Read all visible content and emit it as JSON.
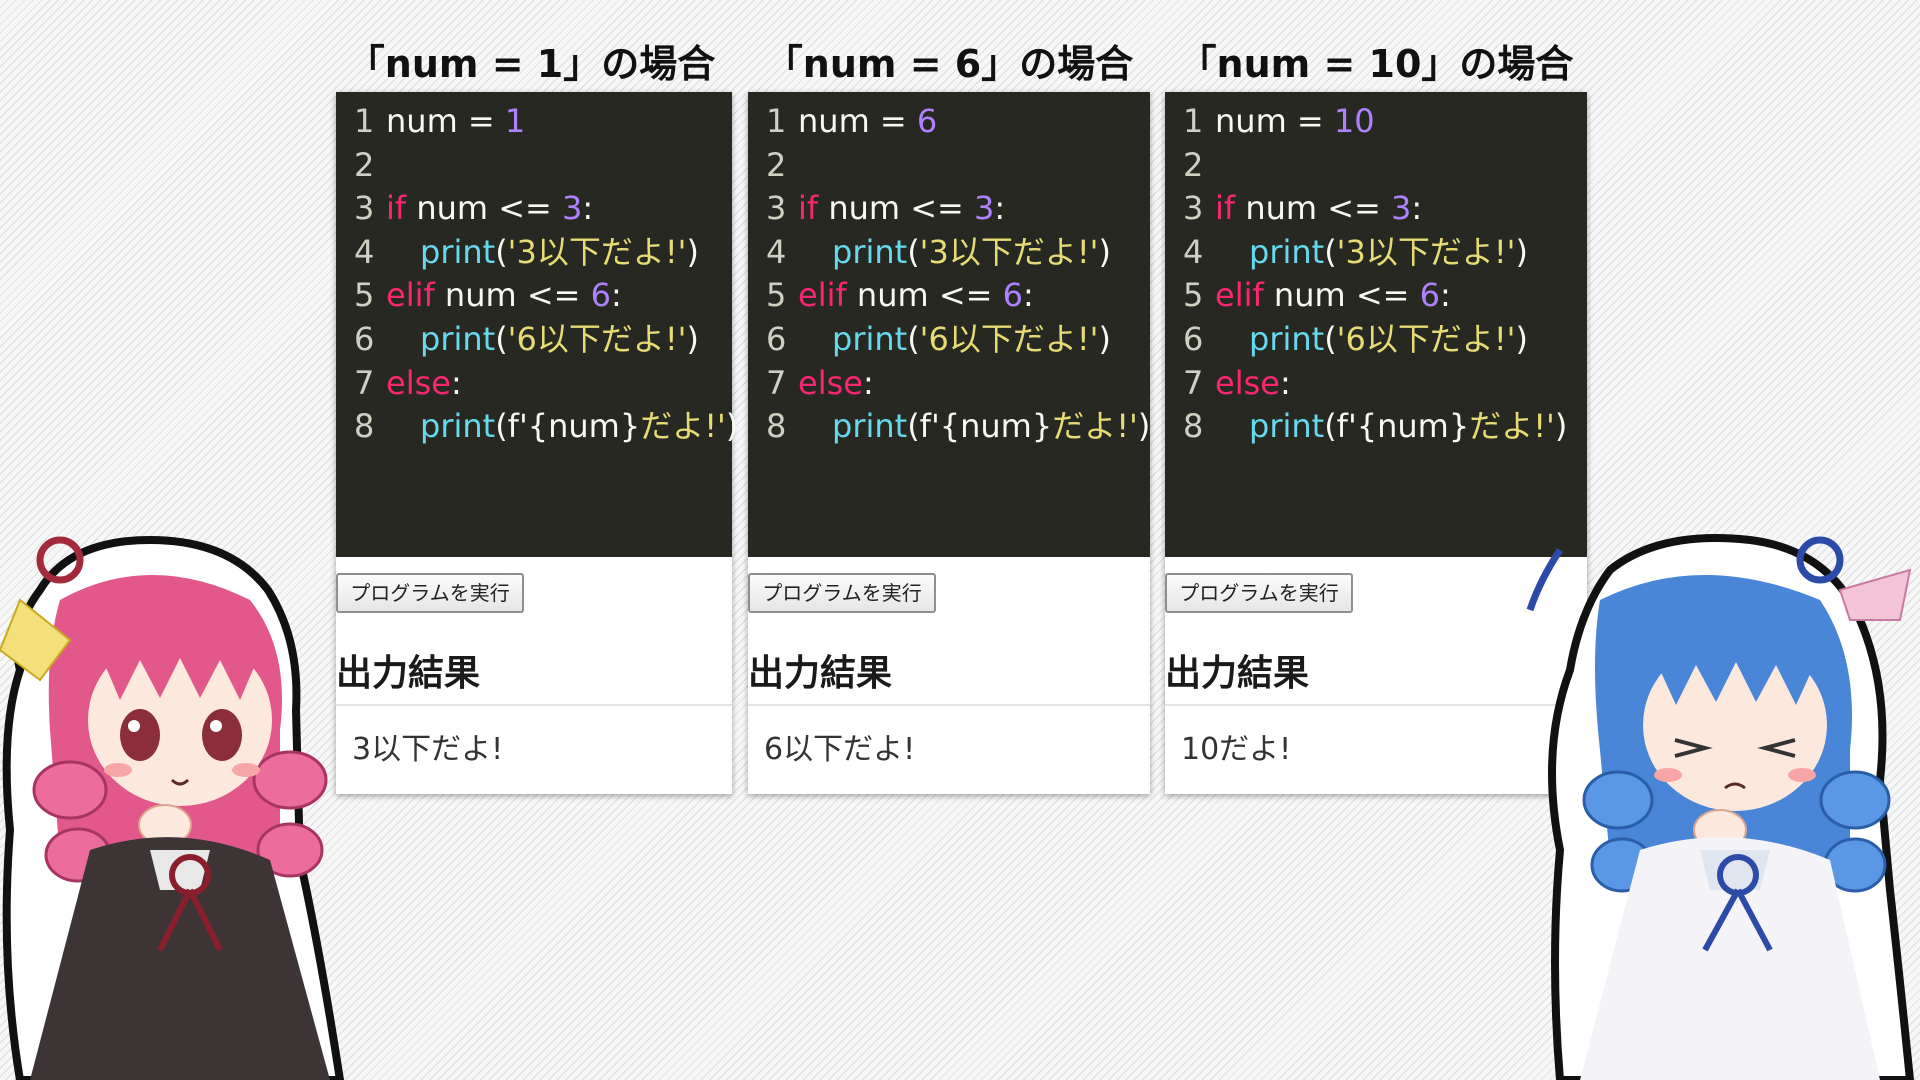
{
  "panels": [
    {
      "title": "「num = 1」の場合",
      "code_lines": [
        {
          "n": "1",
          "indent": false,
          "tokens": [
            {
              "t": "num = ",
              "c": "plain"
            },
            {
              "t": "1",
              "c": "num"
            }
          ]
        },
        {
          "n": "2",
          "indent": false,
          "tokens": []
        },
        {
          "n": "3",
          "indent": false,
          "tokens": [
            {
              "t": "if",
              "c": "kw"
            },
            {
              "t": " num <= ",
              "c": "plain"
            },
            {
              "t": "3",
              "c": "num"
            },
            {
              "t": ":",
              "c": "plain"
            }
          ]
        },
        {
          "n": "4",
          "indent": true,
          "tokens": [
            {
              "t": "print",
              "c": "fn"
            },
            {
              "t": "(",
              "c": "plain"
            },
            {
              "t": "'3以下だよ!'",
              "c": "str"
            },
            {
              "t": ")",
              "c": "plain"
            }
          ]
        },
        {
          "n": "5",
          "indent": false,
          "tokens": [
            {
              "t": "elif",
              "c": "kw"
            },
            {
              "t": " num <= ",
              "c": "plain"
            },
            {
              "t": "6",
              "c": "num"
            },
            {
              "t": ":",
              "c": "plain"
            }
          ]
        },
        {
          "n": "6",
          "indent": true,
          "tokens": [
            {
              "t": "print",
              "c": "fn"
            },
            {
              "t": "(",
              "c": "plain"
            },
            {
              "t": "'6以下だよ!'",
              "c": "str"
            },
            {
              "t": ")",
              "c": "plain"
            }
          ]
        },
        {
          "n": "7",
          "indent": false,
          "tokens": [
            {
              "t": "else",
              "c": "kw"
            },
            {
              "t": ":",
              "c": "plain"
            }
          ]
        },
        {
          "n": "8",
          "indent": true,
          "tokens": [
            {
              "t": "print",
              "c": "fn"
            },
            {
              "t": "(f'",
              "c": "plain"
            },
            {
              "t": "{num}",
              "c": "plain"
            },
            {
              "t": "だよ!'",
              "c": "str"
            },
            {
              "t": ")",
              "c": "plain"
            }
          ]
        }
      ],
      "run_button": "プログラムを実行",
      "output_heading": "出力結果",
      "output_text": "3以下だよ!"
    },
    {
      "title": "「num = 6」の場合",
      "code_lines": [
        {
          "n": "1",
          "indent": false,
          "tokens": [
            {
              "t": "num = ",
              "c": "plain"
            },
            {
              "t": "6",
              "c": "num"
            }
          ]
        },
        {
          "n": "2",
          "indent": false,
          "tokens": []
        },
        {
          "n": "3",
          "indent": false,
          "tokens": [
            {
              "t": "if",
              "c": "kw"
            },
            {
              "t": " num <= ",
              "c": "plain"
            },
            {
              "t": "3",
              "c": "num"
            },
            {
              "t": ":",
              "c": "plain"
            }
          ]
        },
        {
          "n": "4",
          "indent": true,
          "tokens": [
            {
              "t": "print",
              "c": "fn"
            },
            {
              "t": "(",
              "c": "plain"
            },
            {
              "t": "'3以下だよ!'",
              "c": "str"
            },
            {
              "t": ")",
              "c": "plain"
            }
          ]
        },
        {
          "n": "5",
          "indent": false,
          "tokens": [
            {
              "t": "elif",
              "c": "kw"
            },
            {
              "t": " num <= ",
              "c": "plain"
            },
            {
              "t": "6",
              "c": "num"
            },
            {
              "t": ":",
              "c": "plain"
            }
          ]
        },
        {
          "n": "6",
          "indent": true,
          "tokens": [
            {
              "t": "print",
              "c": "fn"
            },
            {
              "t": "(",
              "c": "plain"
            },
            {
              "t": "'6以下だよ!'",
              "c": "str"
            },
            {
              "t": ")",
              "c": "plain"
            }
          ]
        },
        {
          "n": "7",
          "indent": false,
          "tokens": [
            {
              "t": "else",
              "c": "kw"
            },
            {
              "t": ":",
              "c": "plain"
            }
          ]
        },
        {
          "n": "8",
          "indent": true,
          "tokens": [
            {
              "t": "print",
              "c": "fn"
            },
            {
              "t": "(f'",
              "c": "plain"
            },
            {
              "t": "{num}",
              "c": "plain"
            },
            {
              "t": "だよ!'",
              "c": "str"
            },
            {
              "t": ")",
              "c": "plain"
            }
          ]
        }
      ],
      "run_button": "プログラムを実行",
      "output_heading": "出力結果",
      "output_text": "6以下だよ!"
    },
    {
      "title": "「num = 10」の場合",
      "code_lines": [
        {
          "n": "1",
          "indent": false,
          "tokens": [
            {
              "t": "num = ",
              "c": "plain"
            },
            {
              "t": "10",
              "c": "num"
            }
          ]
        },
        {
          "n": "2",
          "indent": false,
          "tokens": []
        },
        {
          "n": "3",
          "indent": false,
          "tokens": [
            {
              "t": "if",
              "c": "kw"
            },
            {
              "t": " num <= ",
              "c": "plain"
            },
            {
              "t": "3",
              "c": "num"
            },
            {
              "t": ":",
              "c": "plain"
            }
          ]
        },
        {
          "n": "4",
          "indent": true,
          "tokens": [
            {
              "t": "print",
              "c": "fn"
            },
            {
              "t": "(",
              "c": "plain"
            },
            {
              "t": "'3以下だよ!'",
              "c": "str"
            },
            {
              "t": ")",
              "c": "plain"
            }
          ]
        },
        {
          "n": "5",
          "indent": false,
          "tokens": [
            {
              "t": "elif",
              "c": "kw"
            },
            {
              "t": " num <= ",
              "c": "plain"
            },
            {
              "t": "6",
              "c": "num"
            },
            {
              "t": ":",
              "c": "plain"
            }
          ]
        },
        {
          "n": "6",
          "indent": true,
          "tokens": [
            {
              "t": "print",
              "c": "fn"
            },
            {
              "t": "(",
              "c": "plain"
            },
            {
              "t": "'6以下だよ!'",
              "c": "str"
            },
            {
              "t": ")",
              "c": "plain"
            }
          ]
        },
        {
          "n": "7",
          "indent": false,
          "tokens": [
            {
              "t": "else",
              "c": "kw"
            },
            {
              "t": ":",
              "c": "plain"
            }
          ]
        },
        {
          "n": "8",
          "indent": true,
          "tokens": [
            {
              "t": "print",
              "c": "fn"
            },
            {
              "t": "(f'",
              "c": "plain"
            },
            {
              "t": "{num}",
              "c": "plain"
            },
            {
              "t": "だよ!'",
              "c": "str"
            },
            {
              "t": ")",
              "c": "plain"
            }
          ]
        }
      ],
      "run_button": "プログラムを実行",
      "output_heading": "出力結果",
      "output_text": "10だよ!"
    }
  ],
  "colors": {
    "editor_bg": "#272822",
    "keyword": "#f92672",
    "number": "#ae81ff",
    "function": "#66d9ef",
    "string": "#e6db74",
    "plain": "#f8f8f2"
  },
  "characters": [
    "pink-haired-girl-thinking",
    "blue-haired-girl-thinking"
  ]
}
